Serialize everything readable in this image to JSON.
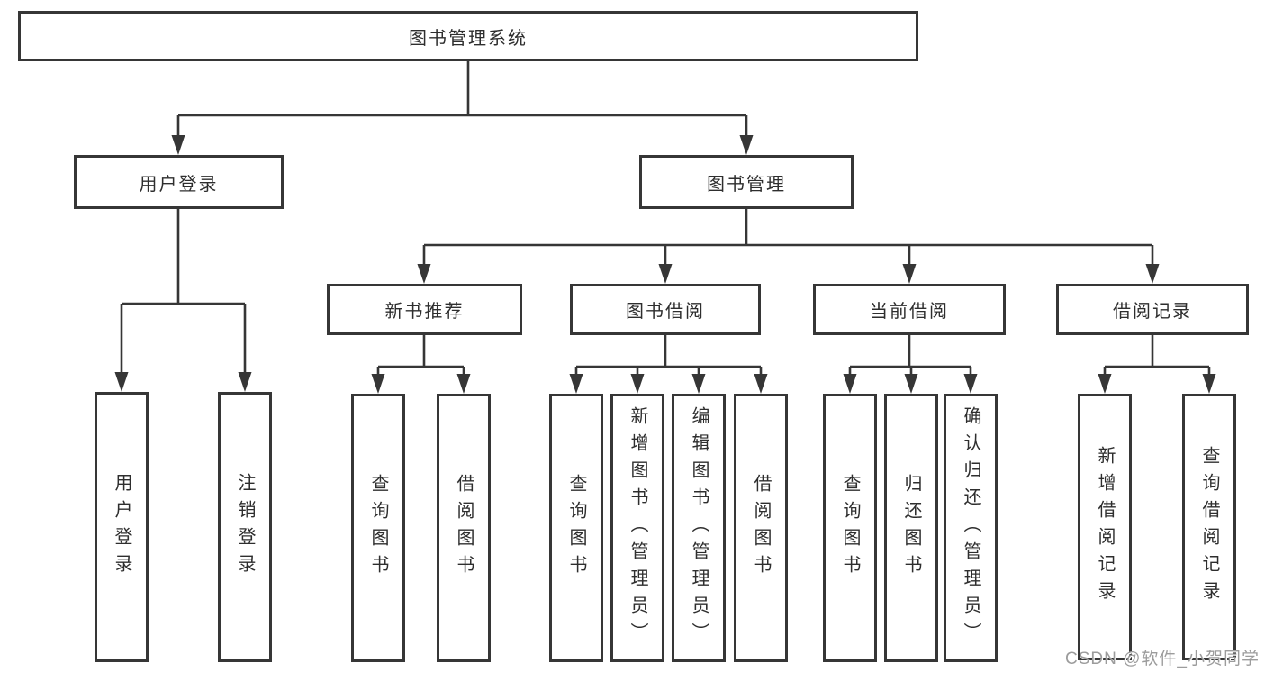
{
  "colors": {
    "background": "#ffffff",
    "box_border": "#363636",
    "connector_line": "#363636",
    "node_text": "#2e2e2e",
    "watermark_text": "#9c9c9c"
  },
  "tree": {
    "label": "图书管理系统",
    "children": [
      {
        "label": "用户登录",
        "children": [
          {
            "label": "用户登录"
          },
          {
            "label": "注销登录"
          }
        ]
      },
      {
        "label": "图书管理",
        "children": [
          {
            "label": "新书推荐",
            "children": [
              {
                "label": "查询图书"
              },
              {
                "label": "借阅图书"
              }
            ]
          },
          {
            "label": "图书借阅",
            "children": [
              {
                "label": "查询图书"
              },
              {
                "label": "新增图书（管理员）"
              },
              {
                "label": "编辑图书（管理员）"
              },
              {
                "label": "借阅图书"
              }
            ]
          },
          {
            "label": "当前借阅",
            "children": [
              {
                "label": "查询图书"
              },
              {
                "label": "归还图书"
              },
              {
                "label": "确认归还（管理员）"
              }
            ]
          },
          {
            "label": "借阅记录",
            "children": [
              {
                "label": "新增借阅记录"
              },
              {
                "label": "查询借阅记录"
              }
            ]
          }
        ]
      }
    ]
  },
  "watermark": {
    "text": "CSDN @软件_小贺同学"
  }
}
